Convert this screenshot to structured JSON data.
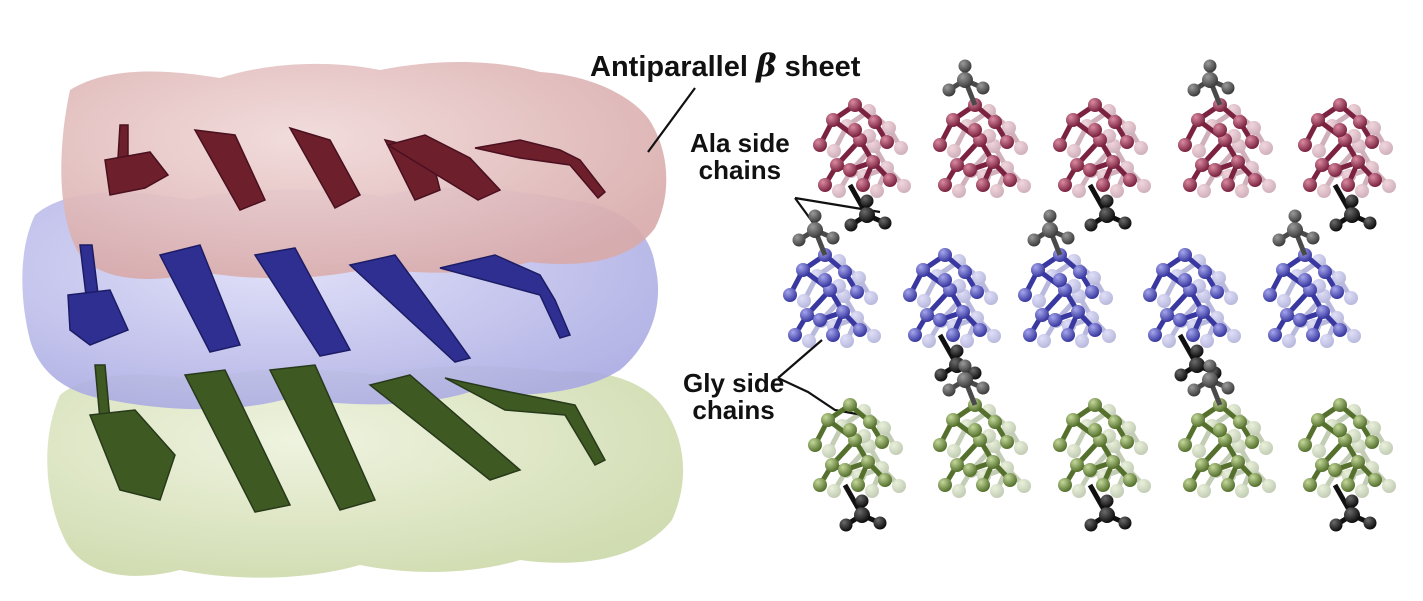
{
  "labels": {
    "antiparallel_text": "Antiparallel",
    "beta_symbol": "β",
    "sheet_text": "sheet",
    "ala_line1": "Ala side",
    "ala_line2": "chains",
    "gly_line1": "Gly side",
    "gly_line2": "chains"
  },
  "colors": {
    "top_layer_surface": "#e3bcbc",
    "top_layer_ribbon": "#6e1f2c",
    "middle_layer_surface": "#b9b9ec",
    "middle_layer_ribbon": "#2f2f92",
    "bottom_layer_surface": "#d9e3be",
    "bottom_layer_ribbon": "#3e5a22",
    "top_molecule": "#9c3a55",
    "middle_molecule": "#5555b8",
    "bottom_molecule": "#7f9a4e",
    "side_chain_dark": "#1a1a1a",
    "side_chain_grey": "#555555"
  },
  "icons": {
    "surface_model": "protein-surface-icon",
    "ball_and_stick": "ball-and-stick-molecule-icon"
  }
}
